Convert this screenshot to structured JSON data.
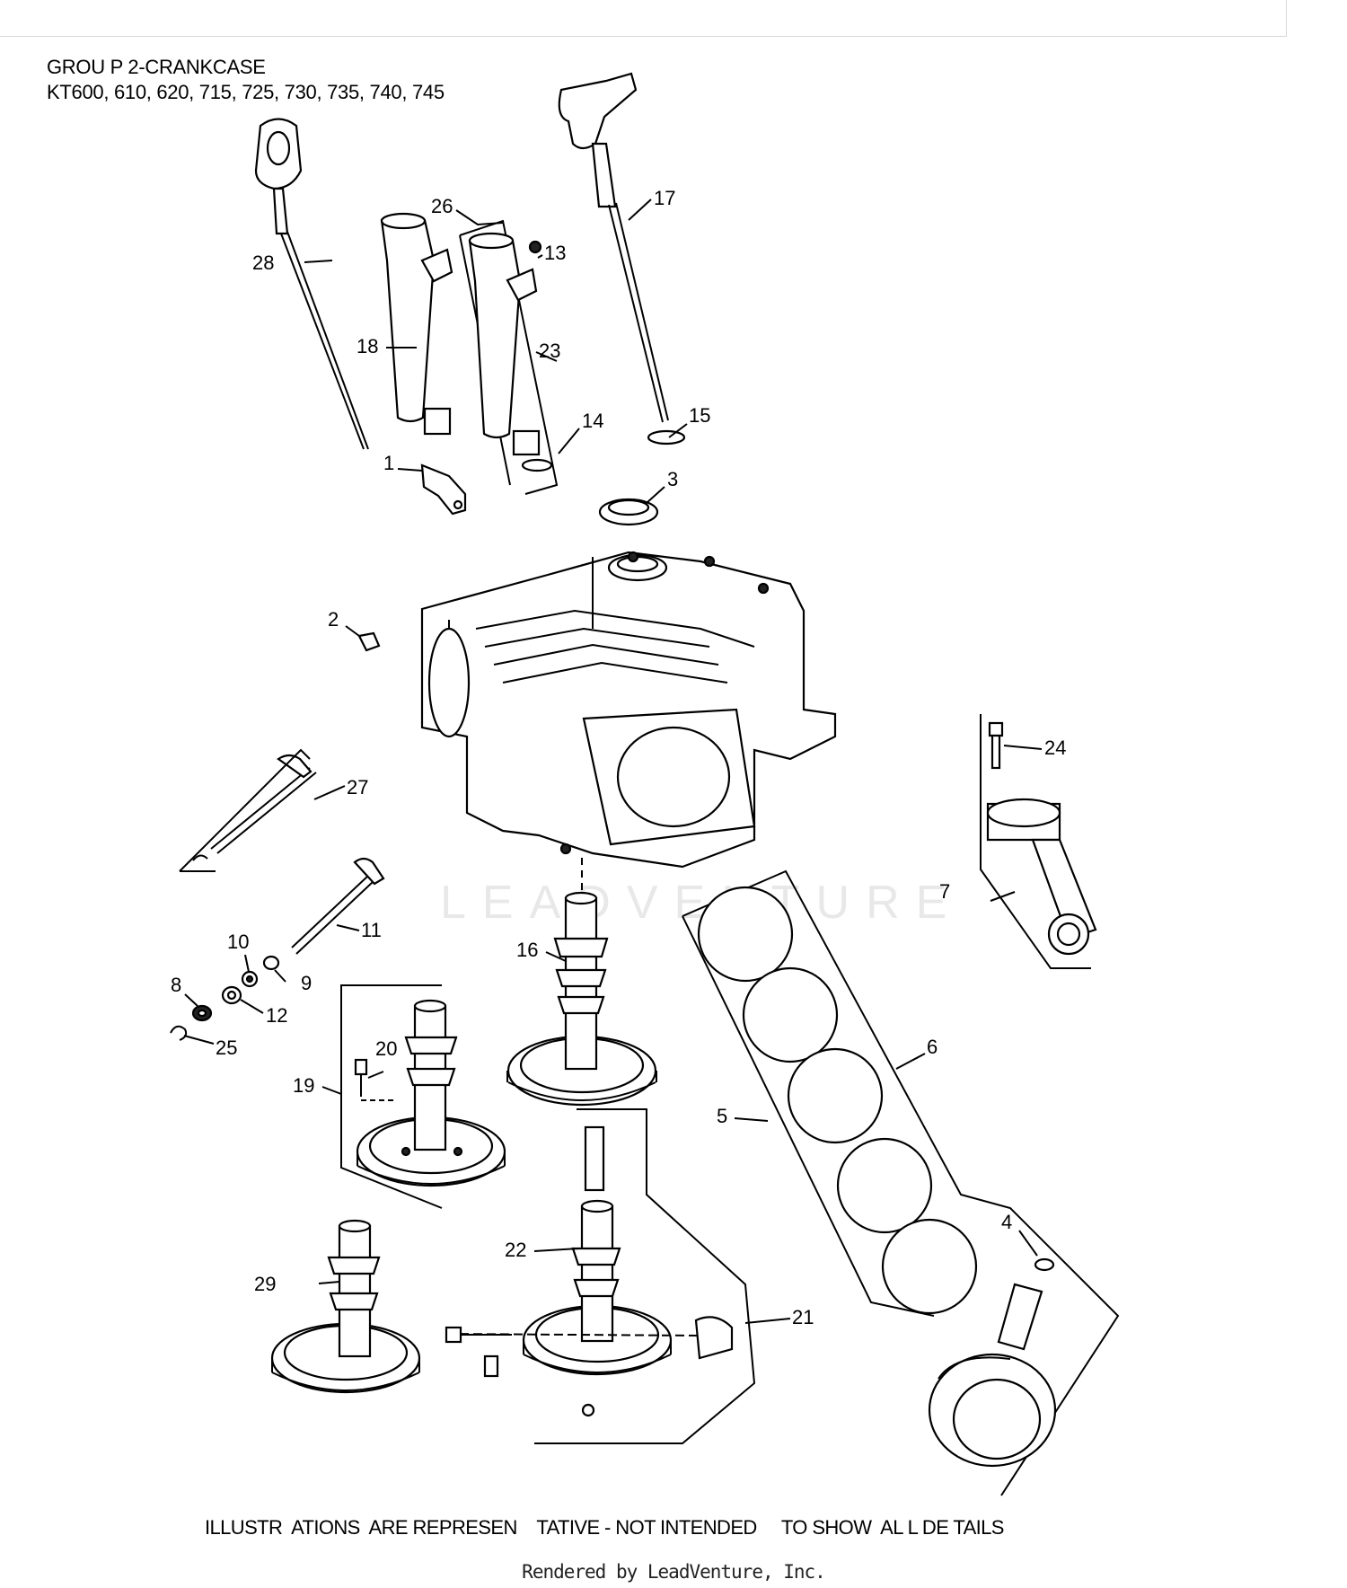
{
  "header": {
    "group": "GROU P 2-CRANKCASE",
    "models": "KT600, 610, 620, 715, 725, 730, 735, 740, 745"
  },
  "callouts": [
    "1",
    "2",
    "3",
    "4",
    "5",
    "6",
    "7",
    "8",
    "9",
    "10",
    "11",
    "12",
    "13",
    "14",
    "15",
    "16",
    "17",
    "18",
    "19",
    "20",
    "21",
    "22",
    "23",
    "24",
    "25",
    "26",
    "27",
    "28",
    "29"
  ],
  "watermark": "LEADVENTURE",
  "footer": {
    "note": "ILLUSTR  ATIONS  ARE REPRESEN    TATIVE - NOT INTENDED     TO SHOW  AL L DE TAILS",
    "credit": "Rendered by LeadVenture, Inc."
  }
}
